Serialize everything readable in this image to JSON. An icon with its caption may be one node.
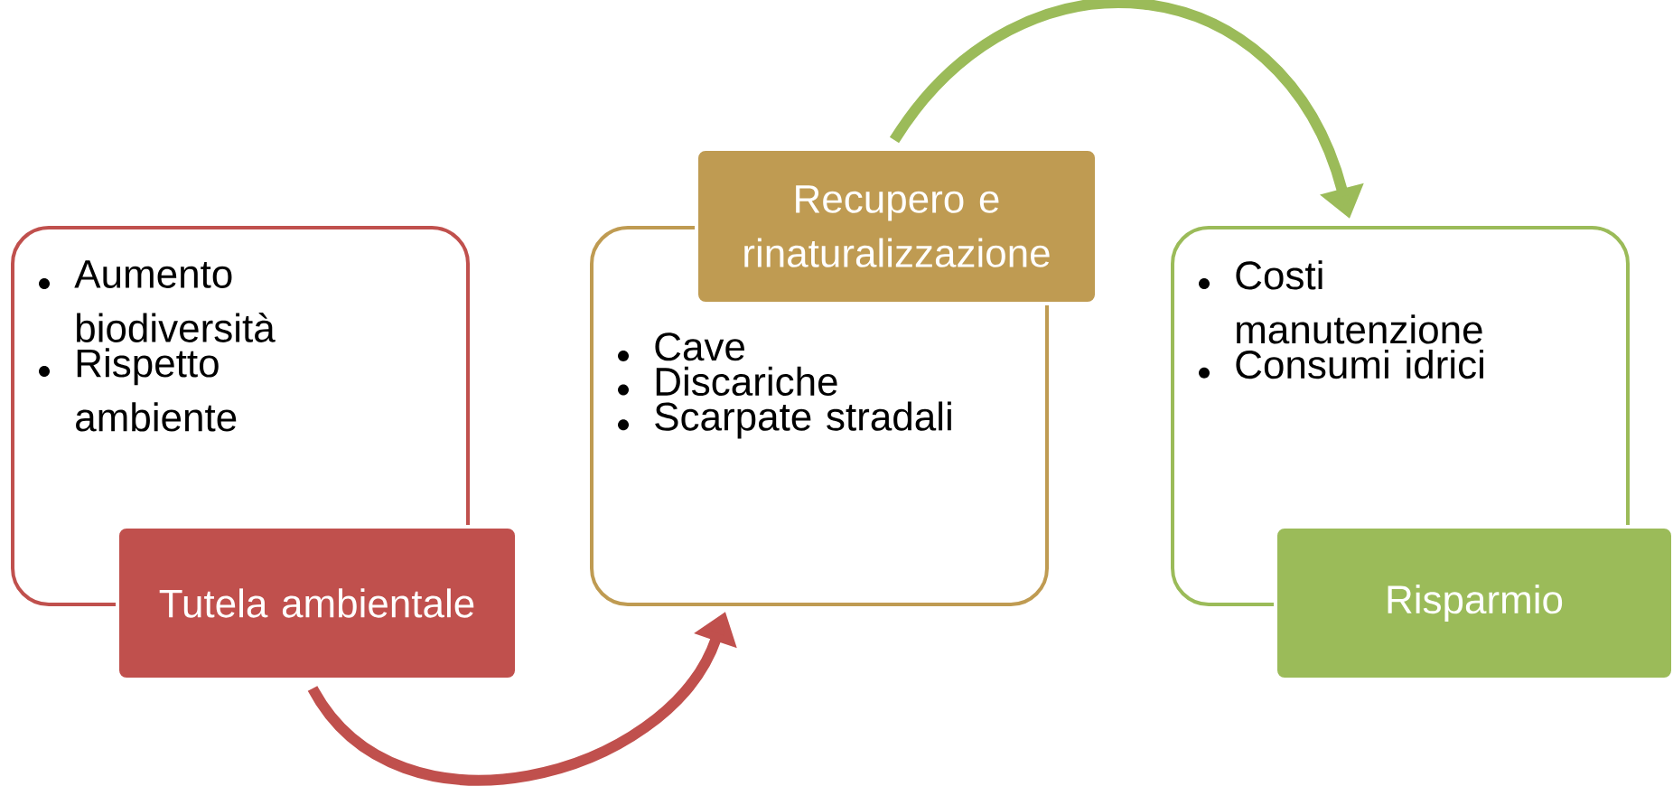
{
  "diagram": {
    "nodes": [
      {
        "text": [
          "Aumento biodiversità",
          "Rispetto ambiente"
        ]
      },
      {
        "text": [
          "Tutela ambientale"
        ]
      },
      {
        "text": [
          "Cave",
          "Discariche",
          "Scarpate stradali"
        ]
      },
      {
        "text": [
          "Recupero e rinaturalizzazione"
        ]
      },
      {
        "text": [
          "Costi manutenzione",
          "Consumi idrici"
        ]
      },
      {
        "text": [
          "Risparmio"
        ]
      }
    ],
    "edges": [
      {
        "from": 1,
        "to": 2,
        "arrow": "to",
        "color": "#c0504d"
      },
      {
        "from": 3,
        "to": 4,
        "arrow": "to",
        "color": "#9bbb59"
      }
    ]
  }
}
